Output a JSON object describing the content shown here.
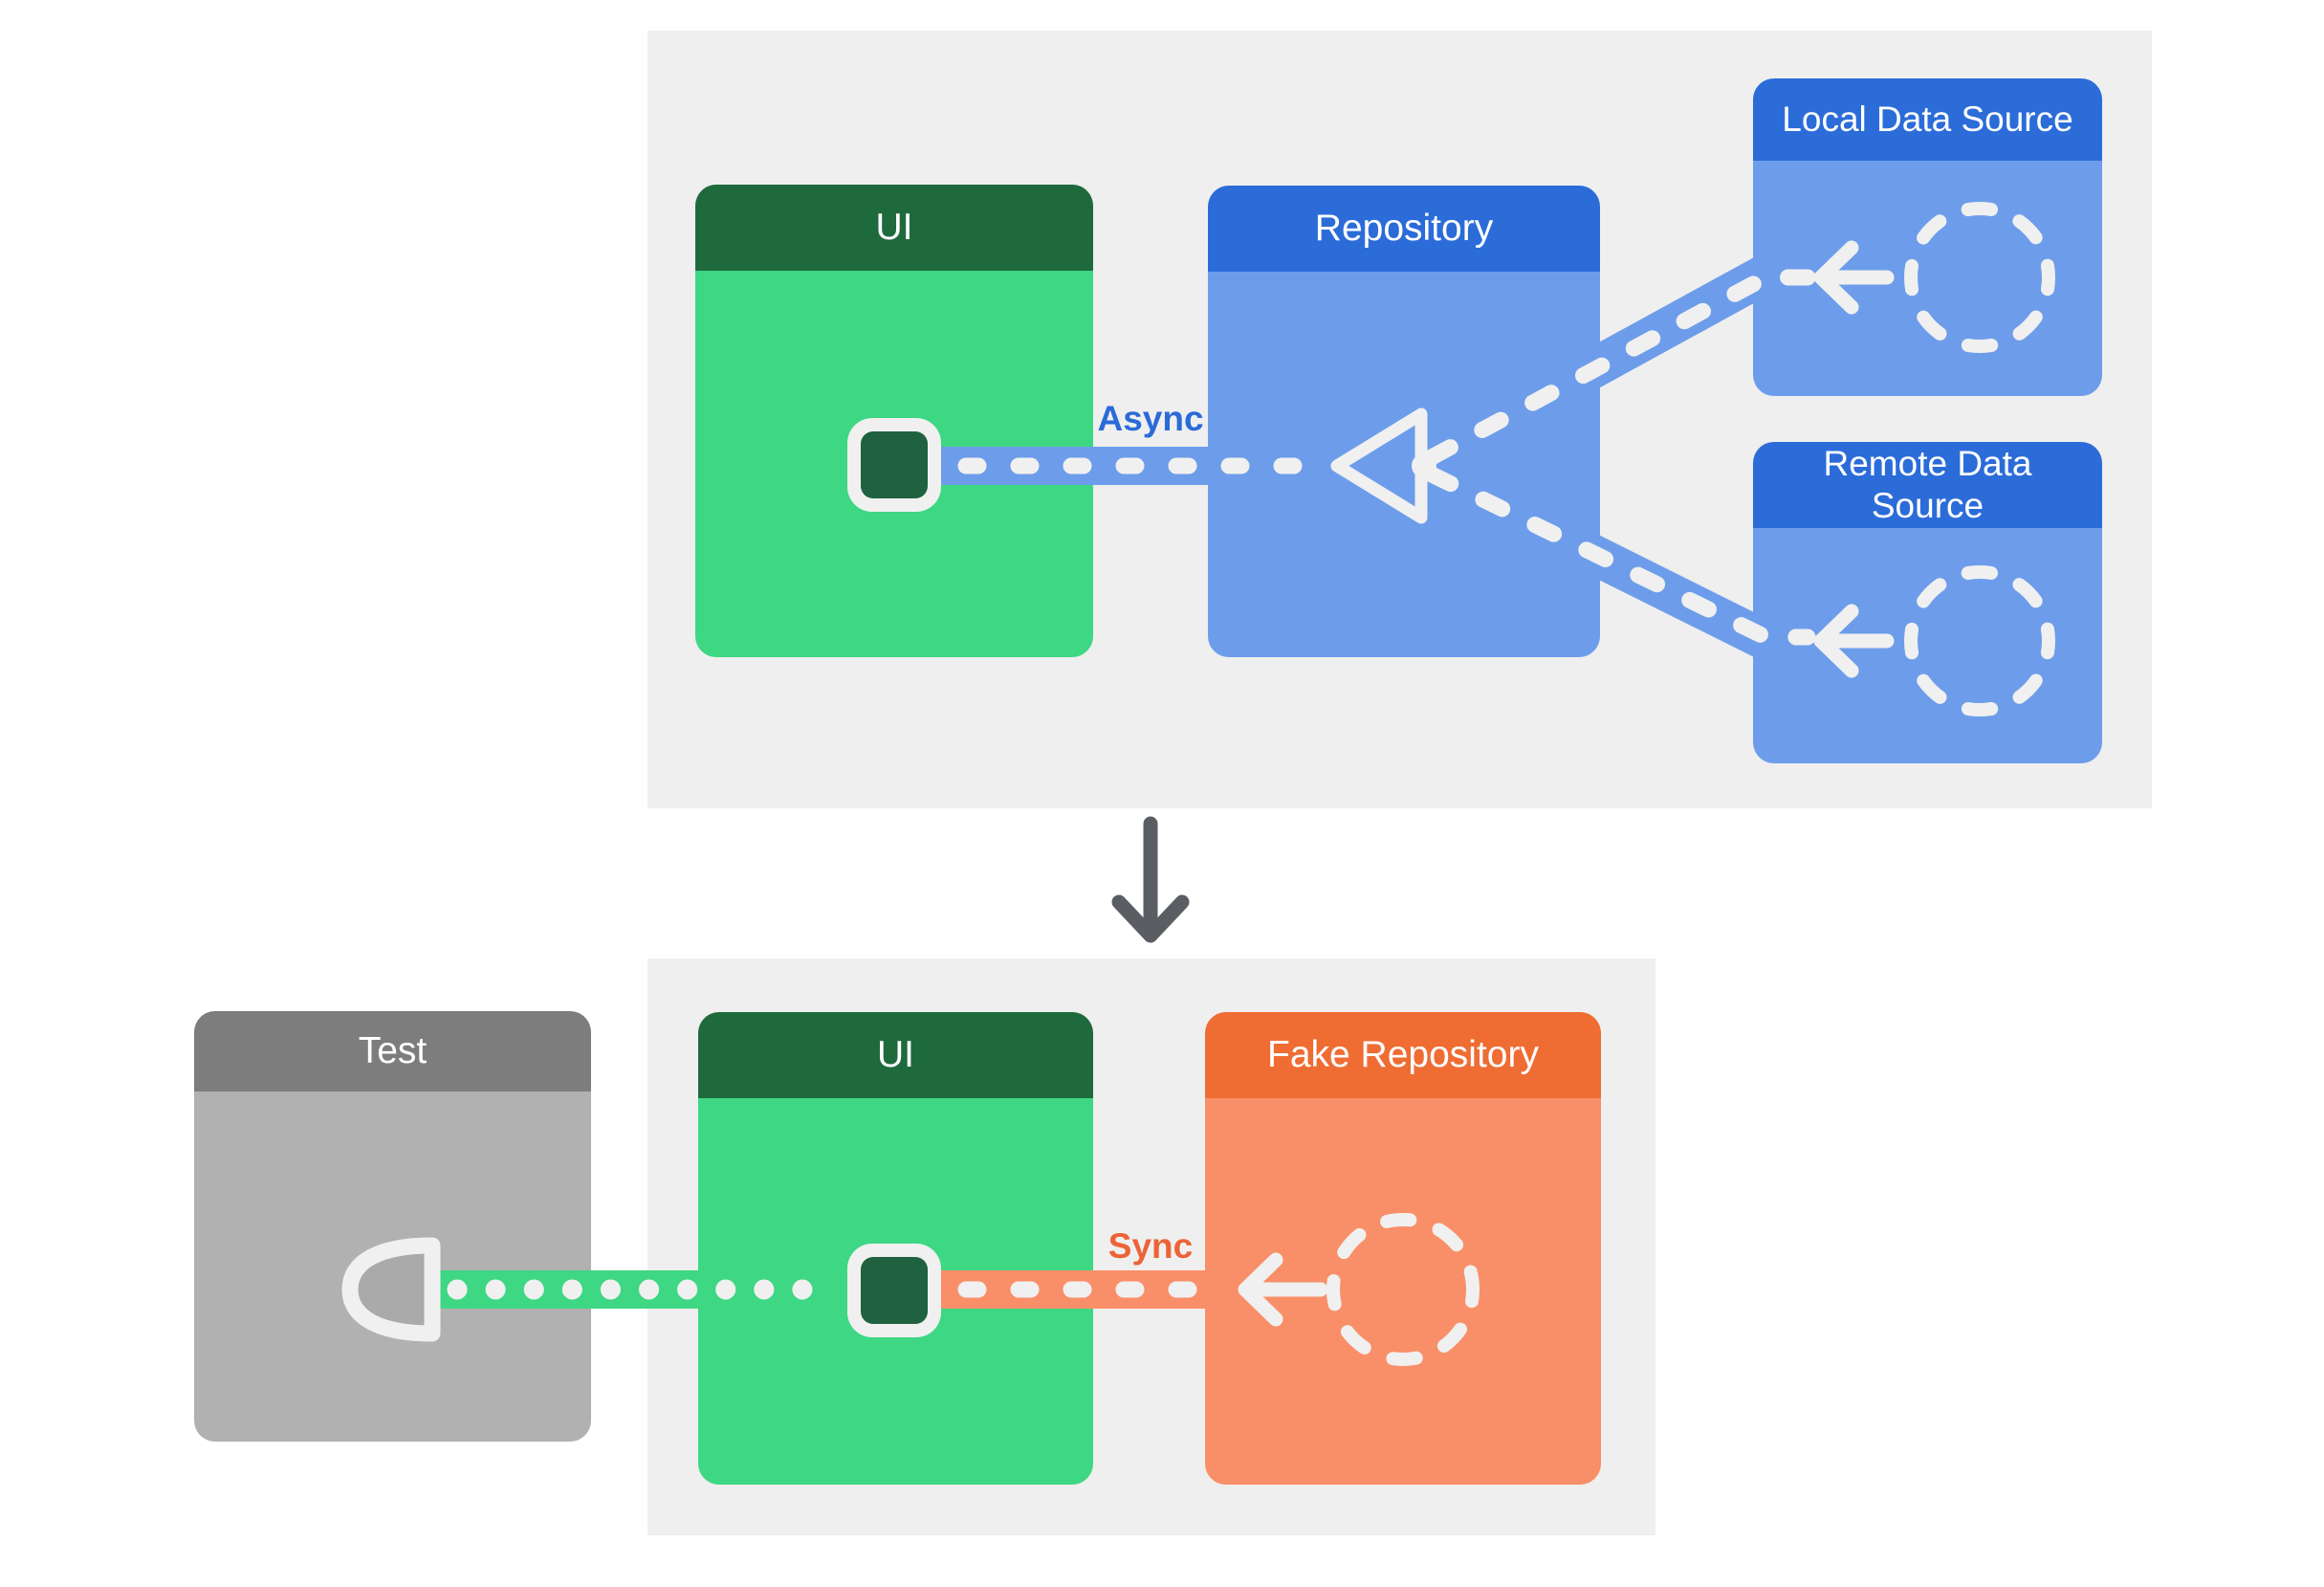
{
  "top_panel": {
    "ui_box": {
      "title": "UI"
    },
    "repository_box": {
      "title": "Repository"
    },
    "local_data_source_box": {
      "title": "Local Data Source"
    },
    "remote_data_source_box": {
      "title_line1": "Remote Data",
      "title_line2": "Source"
    },
    "async_label": "Async"
  },
  "bottom_panel": {
    "test_box": {
      "title": "Test"
    },
    "ui_box": {
      "title": "UI"
    },
    "fake_repository_box": {
      "title": "Fake Repository"
    },
    "sync_label": "Sync"
  },
  "colors": {
    "page_background": "#ffffff",
    "panel_background": "#efefef",
    "green_header": "#1e6a3c",
    "green_body": "#3ed783",
    "green_state_chip": "#20613f",
    "blue_header": "#2b6cd9",
    "blue_body_and_bands": "#6d9dea",
    "gray_header": "#7d7d7d",
    "gray_body": "#b1b1b1",
    "orange_header": "#ef6c33",
    "orange_body_and_band": "#f98f68",
    "async_text": "#2a6bd8",
    "sync_text": "#ec6337",
    "connector_ink": "#f0f0f0",
    "down_arrow": "#5a5e62"
  },
  "icons": [
    "state-chip-icon",
    "flow-triangle-icon",
    "dashed-circle-icon",
    "left-arrow-icon",
    "socket-icon",
    "down-arrow-icon"
  ]
}
